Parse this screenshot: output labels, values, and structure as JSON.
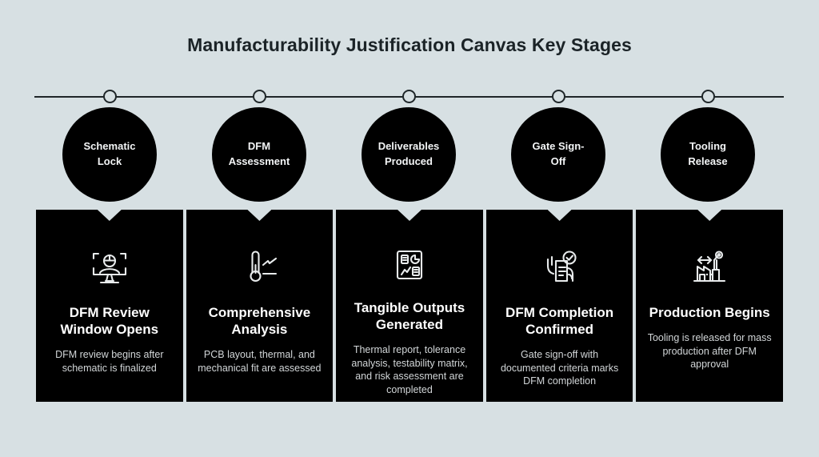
{
  "page": {
    "title": "Manufacturability Justification Canvas Key Stages",
    "background_color": "#d7e0e3",
    "card_color": "#000000",
    "title_color": "#1b2327",
    "rail_color": "#1f2629"
  },
  "timeline": {
    "stages": [
      {
        "node_index": 1,
        "circle_label": "Schematic\nLock",
        "icon": "monitor-worker-icon",
        "card_title": "DFM Review\nWindow Opens",
        "card_desc": "DFM review begins after schematic is finalized"
      },
      {
        "node_index": 2,
        "circle_label": "DFM\nAssessment",
        "icon": "thermometer-chart-icon",
        "card_title": "Comprehensive\nAnalysis",
        "card_desc": "PCB layout, thermal, and mechanical fit are assessed"
      },
      {
        "node_index": 3,
        "circle_label": "Deliverables\nProduced",
        "icon": "dashboard-report-icon",
        "card_title": "Tangible Outputs\nGenerated",
        "card_desc": "Thermal report, tolerance analysis, testability matrix, and risk assessment are completed"
      },
      {
        "node_index": 4,
        "circle_label": "Gate Sign-\nOff",
        "icon": "hand-document-check-icon",
        "card_title": "DFM Completion\nConfirmed",
        "card_desc": "Gate sign-off with documented criteria marks DFM completion"
      },
      {
        "node_index": 5,
        "circle_label": "Tooling\nRelease",
        "icon": "factory-robot-arm-icon",
        "card_title": "Production Begins",
        "card_desc": "Tooling is released for mass production after DFM approval"
      }
    ]
  }
}
